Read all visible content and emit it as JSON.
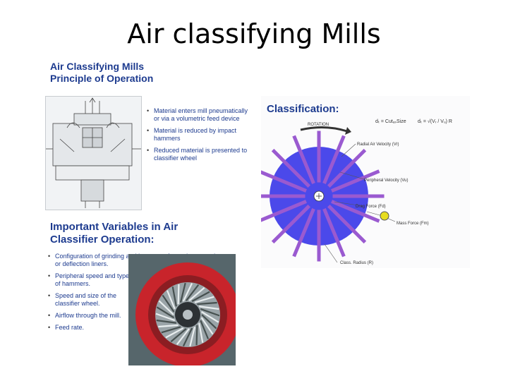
{
  "slide": {
    "title": "Air classifying Mills"
  },
  "left": {
    "heading": [
      "Air Classifying Mills",
      "Principle of Operation"
    ],
    "bullets": [
      "Material enters mill pneumatically or via a volumetric feed device",
      "Material is reduced by impact hammers",
      "Reduced material is presented to classifier wheel"
    ],
    "heading2": [
      "Important Variables in Air",
      "Classifier Operation:"
    ],
    "bullets2": [
      "Configuration of grinding and impact surfaces, i.e. smooth or deflection liners.",
      "Peripheral speed and type of hammers.",
      "Speed and size of the classifier wheel.",
      "Airflow through the mill.",
      "Feed rate."
    ]
  },
  "classification": {
    "title": "Classification:",
    "formula_1": "dₜ = CutₐₛSize",
    "formula_2": "dₜ = √(Vᵣ / Vᵤ) R",
    "rotation": "ROTATION",
    "labels": {
      "radial": "Radial Air Velocity (Vr)",
      "peripheral": "Peripheral Velocity (Vu)",
      "drag": "Drag Force (Fd)",
      "mass": "Mass Force (Fm)",
      "radius": "Class. Radius (R)"
    },
    "colors": {
      "wheel": "#4b49ea",
      "blade": "#9a5ad0",
      "particle": "#e6dd1f",
      "heading": "#1d3b8f"
    }
  }
}
